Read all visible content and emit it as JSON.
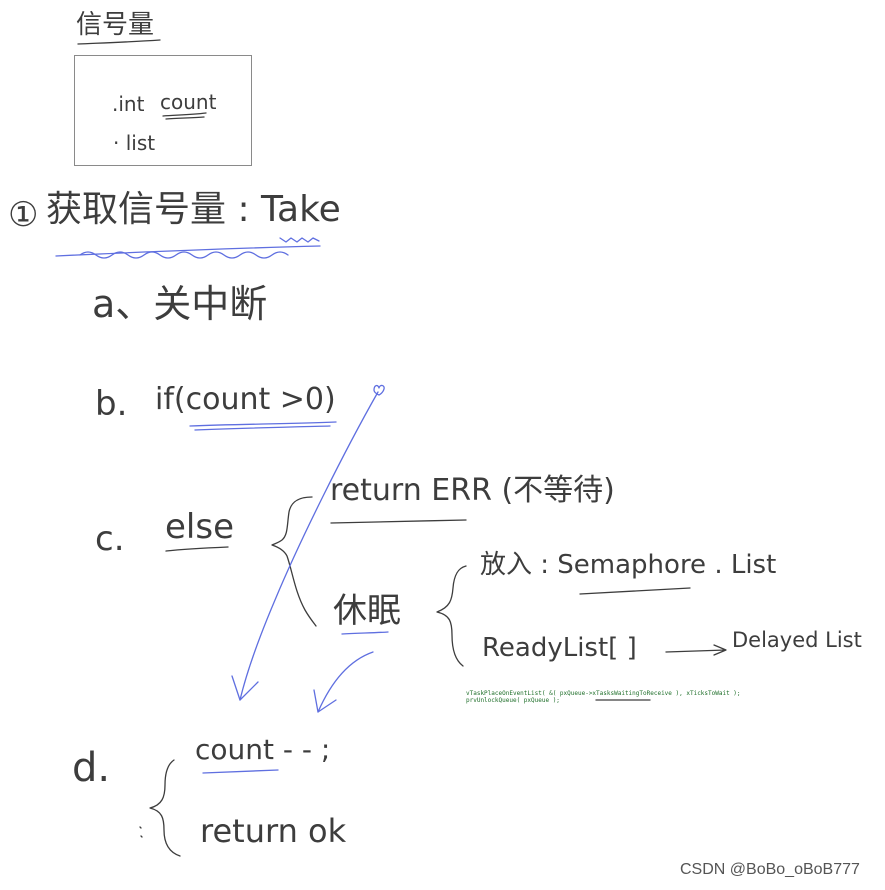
{
  "colors": {
    "ink": "#3d3d3d",
    "blue": "#5f6fe0",
    "code_green": "#1f6f2a",
    "watermark": "#555555"
  },
  "heading": {
    "title": "信号量"
  },
  "struct_box": {
    "field_int_prefix": ".int",
    "field_int_name": "count",
    "field_list": "· list"
  },
  "step_take": {
    "number": "①",
    "label": "获取信号量 : Take"
  },
  "step_a": {
    "text": "a、关中断"
  },
  "step_b": {
    "marker": "b.",
    "condition": "if(count >0)"
  },
  "step_c": {
    "marker": "c.",
    "keyword": "else",
    "branch_return": "return ERR (不等待)",
    "branch_sleep": "休眠",
    "sleep_put": "放入 : Semaphore . List",
    "sleep_ready": "ReadyList[ ]",
    "sleep_delayed": "Delayed List"
  },
  "code_snippet": {
    "line1": "vTaskPlaceOnEventList( &( pxQueue->xTasksWaitingToReceive ), xTicksToWait );",
    "line2": "prvUnlockQueue( pxQueue );"
  },
  "step_d": {
    "marker": "d.",
    "decrement": "count - - ;",
    "result": "return ok"
  },
  "watermark": {
    "text": "CSDN @BoBo_oBoB777"
  }
}
